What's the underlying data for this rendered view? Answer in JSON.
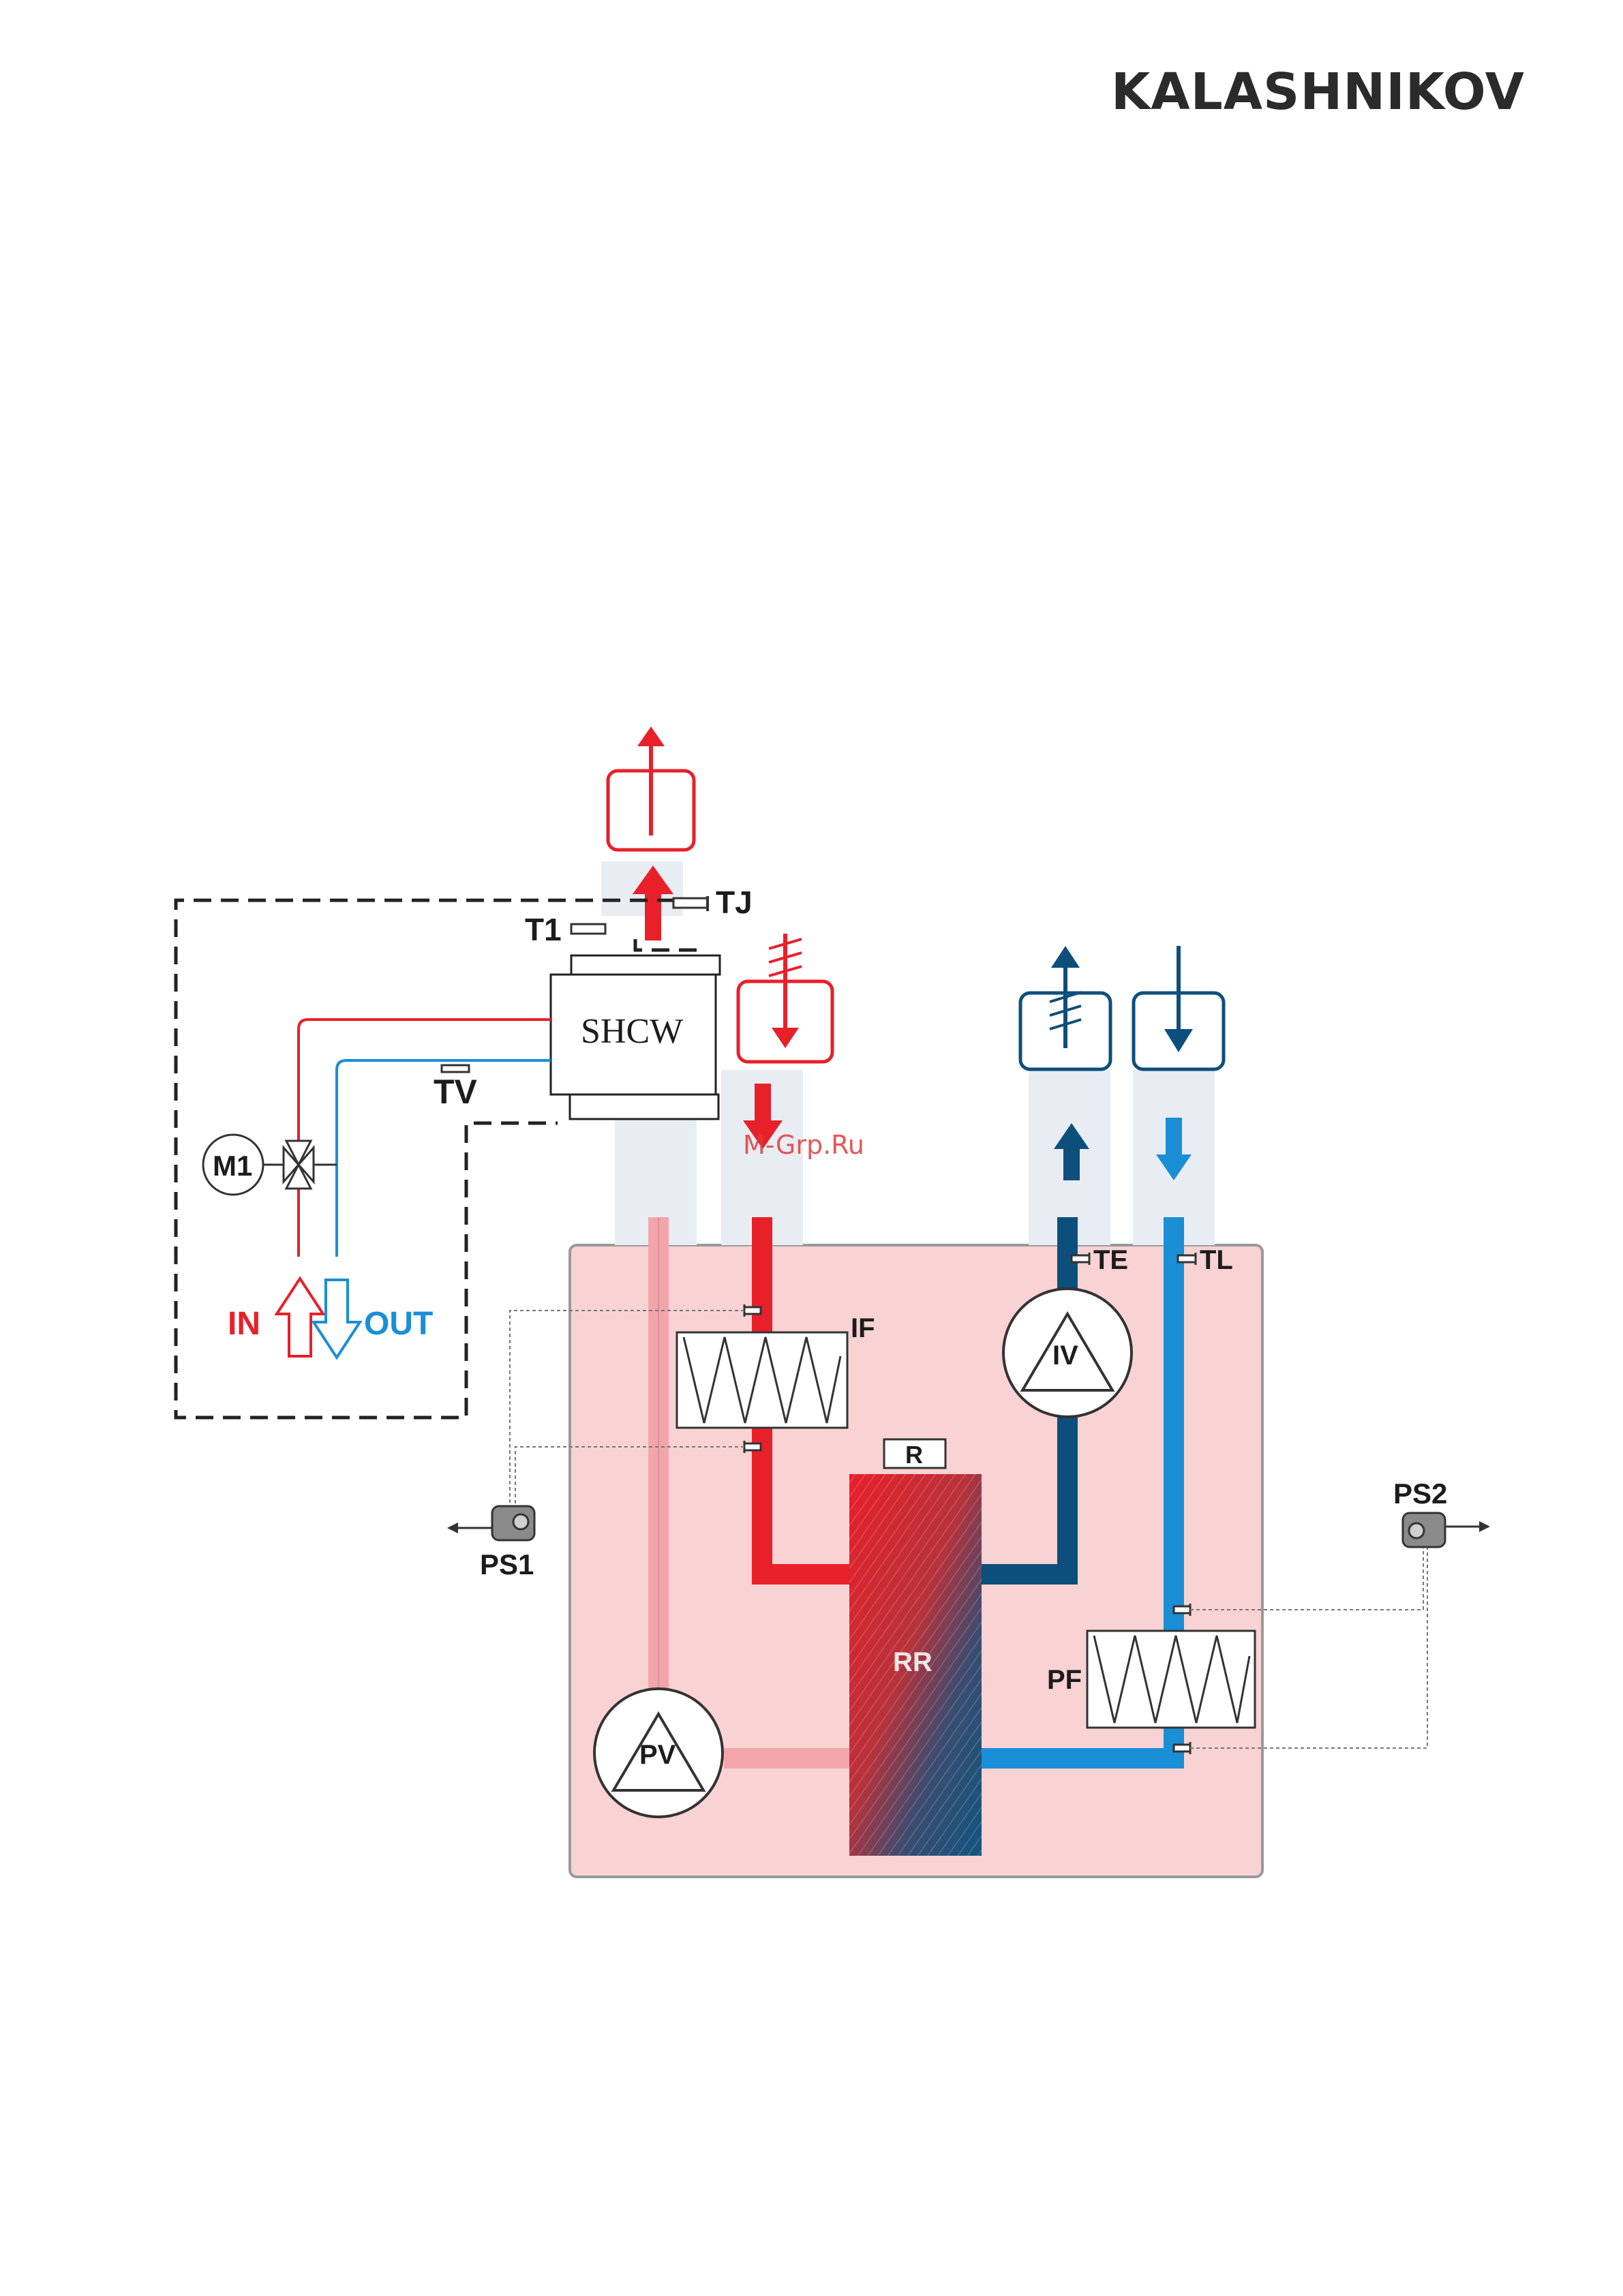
{
  "header": {
    "brand": "KALASHNIKOV"
  },
  "labels": {
    "shcw": "SHCW",
    "t1": "T1",
    "tj": "TJ",
    "tv": "TV",
    "m1": "M1",
    "in": "IN",
    "out": "OUT",
    "if": "IF",
    "iv": "IV",
    "te": "TE",
    "tl": "TL",
    "r": "R",
    "rr": "RR",
    "pv": "PV",
    "pf": "PF",
    "ps1": "PS1",
    "ps2": "PS2"
  },
  "watermark": "M-Grp.Ru",
  "colors": {
    "hot": "#e8202a",
    "hot_light": "#f2a6ac",
    "cold_dark": "#0d4f7c",
    "cold_light": "#1a8fd6",
    "unit_fill": "#f9d2d4",
    "duct": "#e6ecf3"
  }
}
